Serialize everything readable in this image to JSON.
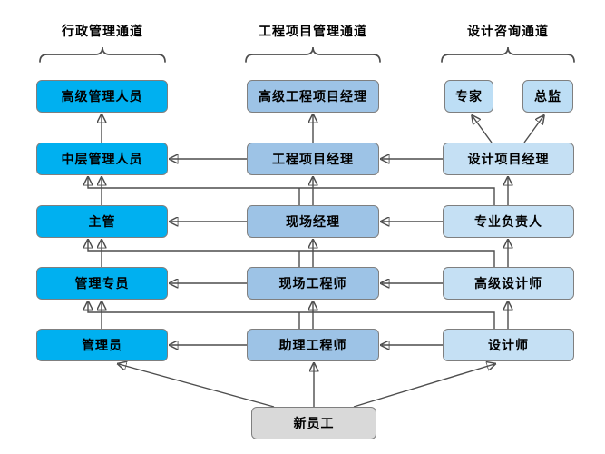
{
  "titles": {
    "admin": "行政管理通道",
    "engineering": "工程项目管理通道",
    "design": "设计咨询通道"
  },
  "admin_levels": [
    "高级管理人员",
    "中层管理人员",
    "主管",
    "管理专员",
    "管理员"
  ],
  "engineering_levels": [
    "高级工程项目经理",
    "工程项目经理",
    "现场经理",
    "现场工程师",
    "助理工程师"
  ],
  "design_top": [
    "专家",
    "总监"
  ],
  "design_levels": [
    "设计项目经理",
    "专业负责人",
    "高级设计师",
    "设计师"
  ],
  "entry": "新员工",
  "colors": {
    "admin_fill": "#00B0F0",
    "engineering_fill": "#9DC3E6",
    "design_fill": "#C5E0F4",
    "design_top_fill": "#BDDEF5",
    "entry_fill": "#D9D9D9",
    "box_border": "#7F7F7F",
    "line": "#4D4D4D",
    "text": "#000000"
  }
}
